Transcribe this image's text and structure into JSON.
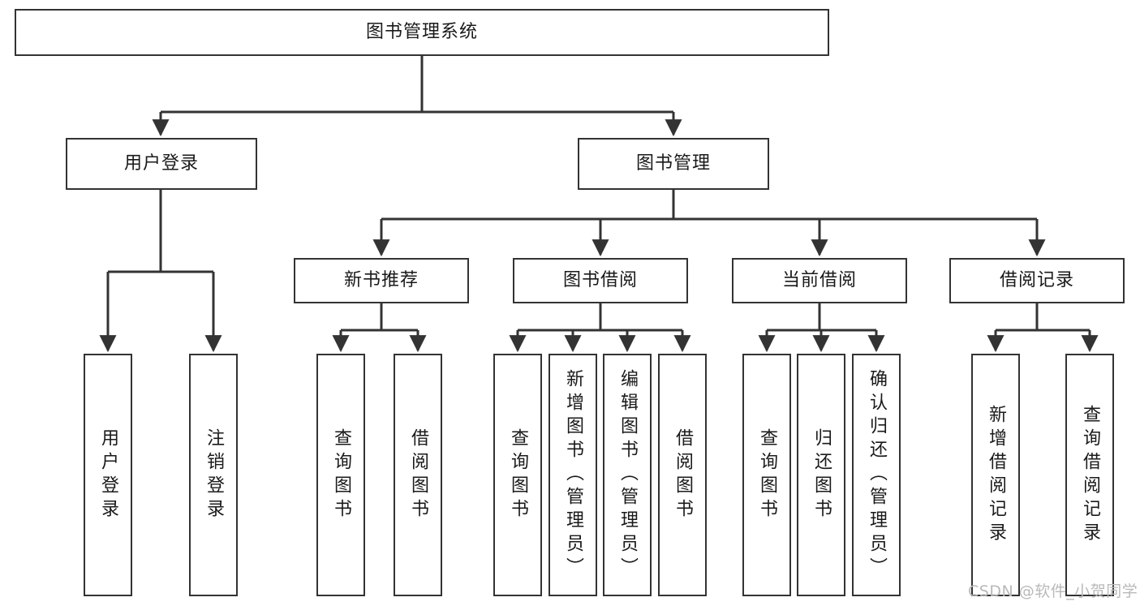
{
  "diagram": {
    "type": "hierarchy-tree",
    "title": "图书管理系统",
    "root": {
      "label": "图书管理系统"
    },
    "level2": [
      {
        "label": "用户登录"
      },
      {
        "label": "图书管理"
      }
    ],
    "level3": [
      {
        "label": "新书推荐"
      },
      {
        "label": "图书借阅"
      },
      {
        "label": "当前借阅"
      },
      {
        "label": "借阅记录"
      }
    ],
    "leaves": {
      "user_login": [
        {
          "label": "用户登录"
        },
        {
          "label": "注销登录"
        }
      ],
      "new_book": [
        {
          "label": "查询图书"
        },
        {
          "label": "借阅图书"
        }
      ],
      "book_borrow": [
        {
          "label": "查询图书"
        },
        {
          "label": "新增图书（管理员）"
        },
        {
          "label": "编辑图书（管理员）"
        },
        {
          "label": "借阅图书"
        }
      ],
      "current_borrow": [
        {
          "label": "查询图书"
        },
        {
          "label": "归还图书"
        },
        {
          "label": "确认归还（管理员）"
        }
      ],
      "borrow_record": [
        {
          "label": "新增借阅记录"
        },
        {
          "label": "查询借阅记录"
        }
      ]
    }
  },
  "watermark": {
    "text": "CSDN @软件_小贺同学"
  },
  "colors": {
    "border": "#333333",
    "background": "#ffffff",
    "text": "#1a1a1a",
    "watermark": "#b9b9b9"
  }
}
